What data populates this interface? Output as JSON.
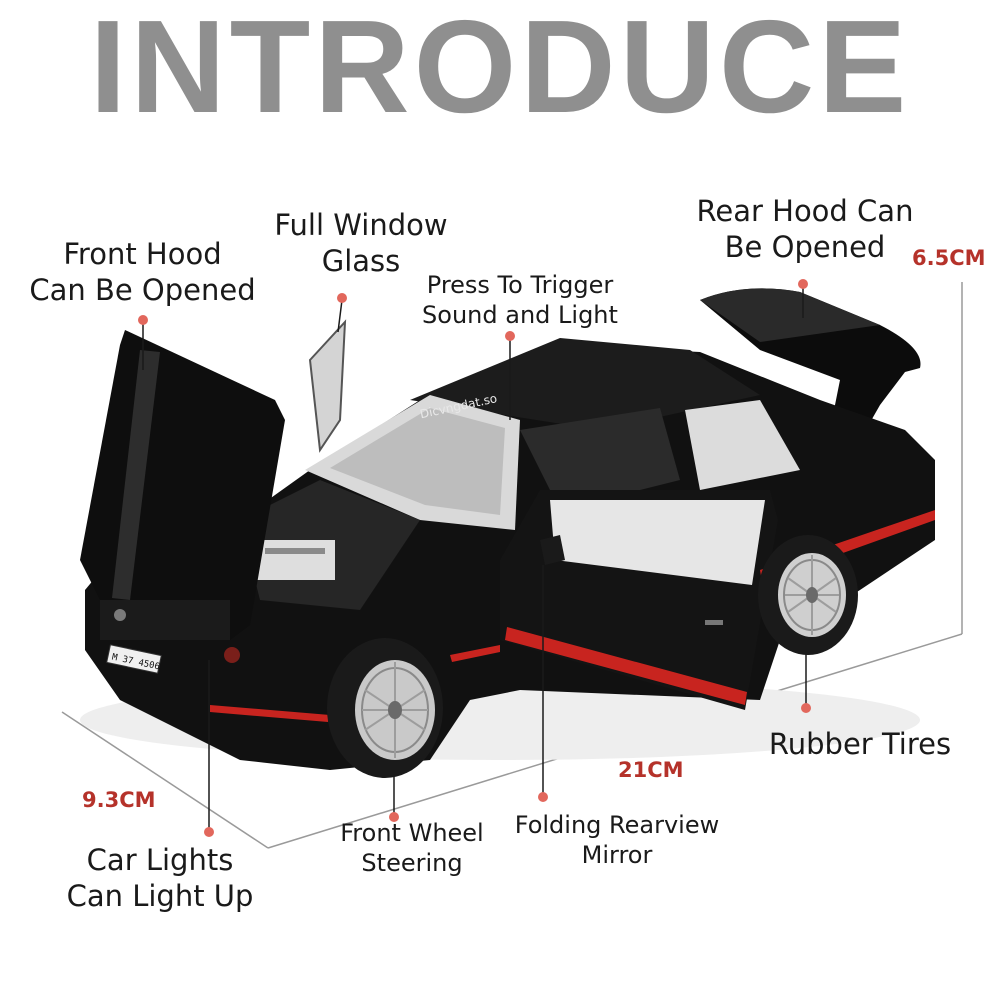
{
  "title": "INTRODUCE",
  "labels": {
    "front_hood": [
      "Front Hood",
      "Can Be Opened"
    ],
    "full_window": [
      "Full Window",
      "Glass"
    ],
    "press_trigger": [
      "Press To Trigger",
      "Sound and Light"
    ],
    "rear_hood": [
      "Rear Hood Can",
      "Be Opened"
    ],
    "rubber_tires": [
      "Rubber Tires"
    ],
    "car_lights": [
      "Car Lights",
      "Can Light Up"
    ],
    "front_wheel": [
      "Front Wheel",
      "Steering"
    ],
    "folding_mirror": [
      "Folding Rearview",
      "Mirror"
    ]
  },
  "dimensions": {
    "height": "6.5CM",
    "length": "21CM",
    "width": "9.3CM"
  },
  "plate_text": "M 37 4506",
  "windshield_text": "Dicvngdat.so",
  "colors": {
    "title": "#8f8f8f",
    "car_body": "#101010",
    "stripe": "#c8241f",
    "dot": "#e2675c",
    "dimension_text": "#b5322a"
  }
}
